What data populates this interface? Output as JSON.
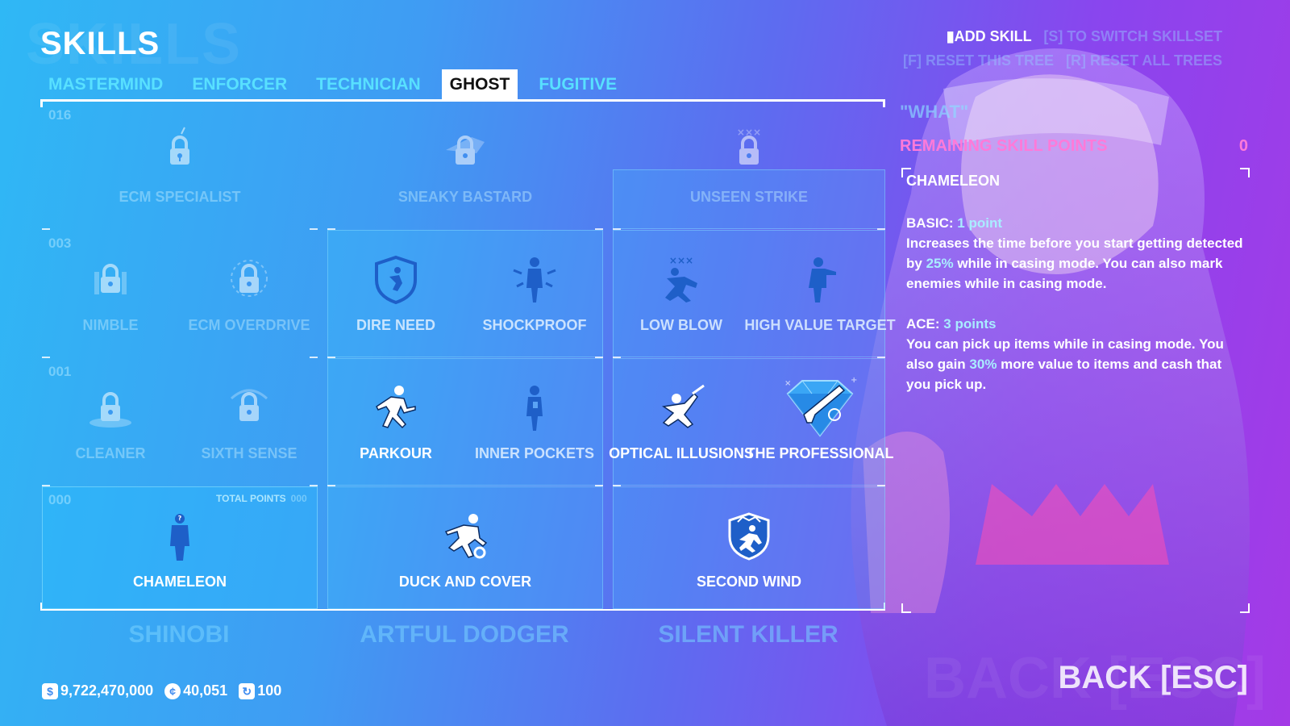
{
  "header": {
    "title": "SKILLS",
    "watermark": "SKILLS"
  },
  "tabs": [
    {
      "label": "MASTERMIND",
      "active": false
    },
    {
      "label": "ENFORCER",
      "active": false
    },
    {
      "label": "TECHNICIAN",
      "active": false
    },
    {
      "label": "GHOST",
      "active": true
    },
    {
      "label": "FUGITIVE",
      "active": false
    }
  ],
  "tiers": {
    "t4": "016",
    "t3": "003",
    "t2": "001",
    "t1": "000"
  },
  "total_points": {
    "label": "TOTAL POINTS",
    "value": "000"
  },
  "trees": [
    {
      "name": "SHINOBI",
      "skills": {
        "t4": [
          {
            "label": "ECM SPECIALIST",
            "icon": "ecm-specialist-icon",
            "state": "locked"
          }
        ],
        "t3": [
          {
            "label": "NIMBLE",
            "icon": "nimble-icon",
            "state": "locked"
          },
          {
            "label": "ECM OVERDRIVE",
            "icon": "ecm-overdrive-icon",
            "state": "locked"
          }
        ],
        "t2": [
          {
            "label": "CLEANER",
            "icon": "cleaner-icon",
            "state": "locked"
          },
          {
            "label": "SIXTH SENSE",
            "icon": "sixth-sense-icon",
            "state": "locked"
          }
        ],
        "t1": [
          {
            "label": "CHAMELEON",
            "icon": "chameleon-icon",
            "state": "selected"
          }
        ]
      }
    },
    {
      "name": "ARTFUL DODGER",
      "skills": {
        "t4": [
          {
            "label": "SNEAKY BASTARD",
            "icon": "sneaky-bastard-icon",
            "state": "locked"
          }
        ],
        "t3": [
          {
            "label": "DIRE NEED",
            "icon": "dire-need-icon",
            "state": "dim"
          },
          {
            "label": "SHOCKPROOF",
            "icon": "shockproof-icon",
            "state": "dim"
          }
        ],
        "t2": [
          {
            "label": "PARKOUR",
            "icon": "parkour-icon",
            "state": "available"
          },
          {
            "label": "INNER POCKETS",
            "icon": "inner-pockets-icon",
            "state": "dim"
          }
        ],
        "t1": [
          {
            "label": "DUCK AND COVER",
            "icon": "duck-and-cover-icon",
            "state": "available"
          }
        ]
      }
    },
    {
      "name": "SILENT KILLER",
      "skills": {
        "t4": [
          {
            "label": "UNSEEN STRIKE",
            "icon": "unseen-strike-icon",
            "state": "locked"
          }
        ],
        "t3": [
          {
            "label": "LOW BLOW",
            "icon": "low-blow-icon",
            "state": "dim"
          },
          {
            "label": "HIGH VALUE TARGET",
            "icon": "high-value-target-icon",
            "state": "dim"
          }
        ],
        "t2": [
          {
            "label": "OPTICAL ILLUSIONS",
            "icon": "optical-illusions-icon",
            "state": "available"
          },
          {
            "label": "THE PROFESSIONAL",
            "icon": "the-professional-icon",
            "state": "available"
          }
        ],
        "t1": [
          {
            "label": "SECOND WIND",
            "icon": "second-wind-icon",
            "state": "available"
          }
        ]
      }
    }
  ],
  "hints": {
    "add_skill": "ADD SKILL",
    "switch_skillset": "[S] TO SWITCH SKILLSET",
    "reset_tree": "[F] RESET THIS TREE",
    "reset_all": "[R] RESET ALL TREES"
  },
  "info": {
    "what": "\"WHAT\"",
    "remaining_label": "REMAINING SKILL POINTS",
    "remaining_value": "0",
    "skill_title": "CHAMELEON",
    "basic_label": "BASIC:",
    "basic_points": "1 point",
    "basic_text_1": "Increases the time before you start getting detected by ",
    "basic_highlight": "25%",
    "basic_text_2": " while in casing mode. You can also mark enemies while in casing mode.",
    "ace_label": "ACE:",
    "ace_points": "3 points",
    "ace_text_1": "You can pick up items while in casing mode. You also gain ",
    "ace_highlight": "30%",
    "ace_text_2": " more value to items and cash that you pick up."
  },
  "back_label": "BACK [ESC]",
  "back_watermark": "BACK [ESC]",
  "currency": {
    "money": "9,722,470,000",
    "coins": "40,051",
    "level": "100",
    "money_icon": "dollar-icon",
    "coin_icon": "continental-coin-icon",
    "level_icon": "level-icon"
  },
  "colors": {
    "accent_cyan": "#58e0ff",
    "remaining_pink": "#ff7ad9",
    "bg_start": "#2fb8f5",
    "bg_end": "#a43ae6"
  }
}
